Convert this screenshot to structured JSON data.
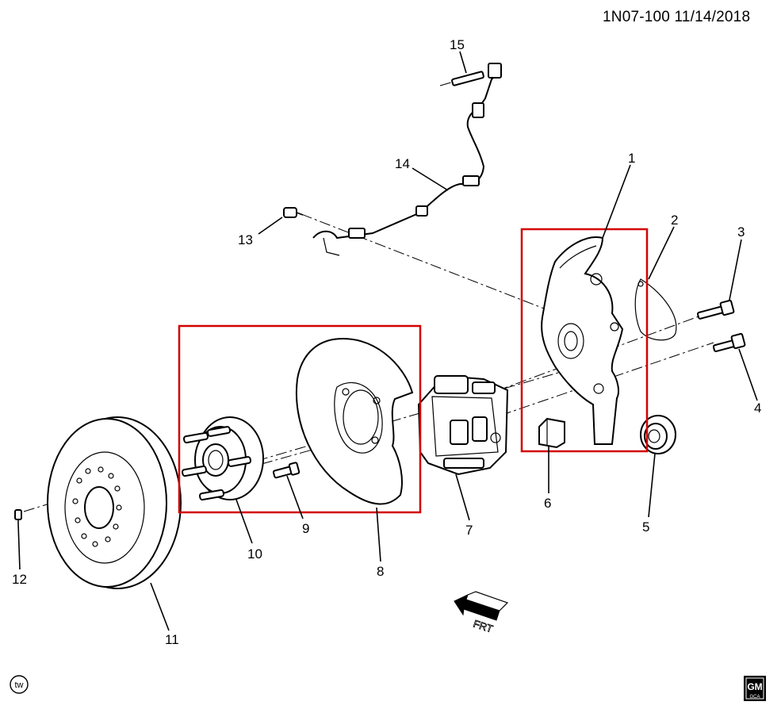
{
  "header": {
    "document_id": "1N07-100  11/14/2018"
  },
  "callouts": {
    "c1": "1",
    "c2": "2",
    "c3": "3",
    "c4": "4",
    "c5": "5",
    "c6": "6",
    "c7": "7",
    "c8": "8",
    "c9": "9",
    "c10": "10",
    "c11": "11",
    "c12": "12",
    "c13": "13",
    "c14": "14",
    "c15": "15"
  },
  "direction_label": "FRT",
  "logos": {
    "bottom_left": "tw",
    "bottom_right_top": "GM",
    "bottom_right_bottom": "GCA"
  },
  "highlight_color": "#d40000"
}
